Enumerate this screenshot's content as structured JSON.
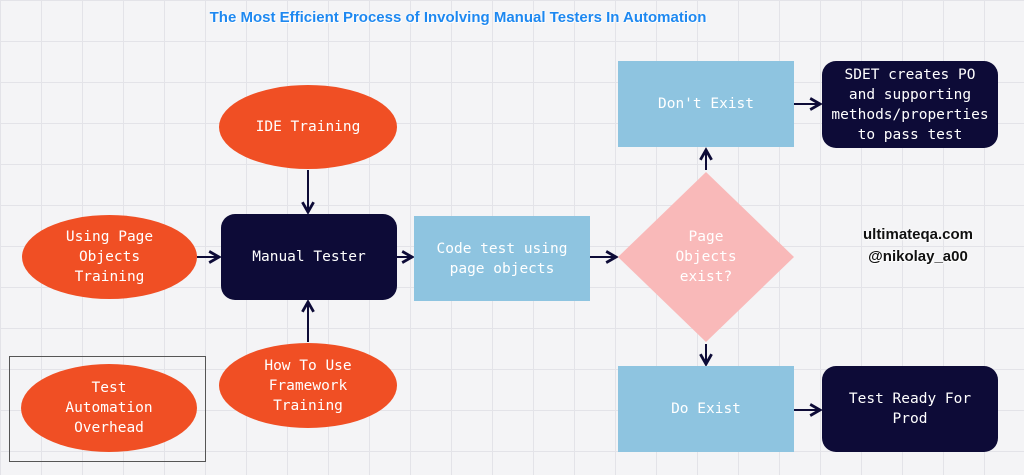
{
  "title": "The Most Efficient Process of Involving Manual Testers In Automation",
  "nodes": {
    "ide_training": "IDE Training",
    "page_objects_training": "Using Page\nObjects\nTraining",
    "manual_tester": "Manual Tester",
    "framework_training": "How To Use\nFramework\nTraining",
    "test_automation_overhead": "Test\nAutomation\nOverhead",
    "code_test": "Code test using\npage objects",
    "page_objects_exist": "Page\nObjects\nexist?",
    "dont_exist": "Don't Exist",
    "sdet_creates": "SDET creates PO\nand supporting\nmethods/properties\nto pass test",
    "do_exist": "Do Exist",
    "test_ready": "Test Ready For\nProd"
  },
  "credits": {
    "site": "ultimateqa.com",
    "handle": "@nikolay_a00"
  },
  "colors": {
    "title": "#1e88f0",
    "orange": "#f04f24",
    "navy": "#0d0b37",
    "light_blue": "#8ec4e0",
    "pink": "#f9b9b9"
  }
}
